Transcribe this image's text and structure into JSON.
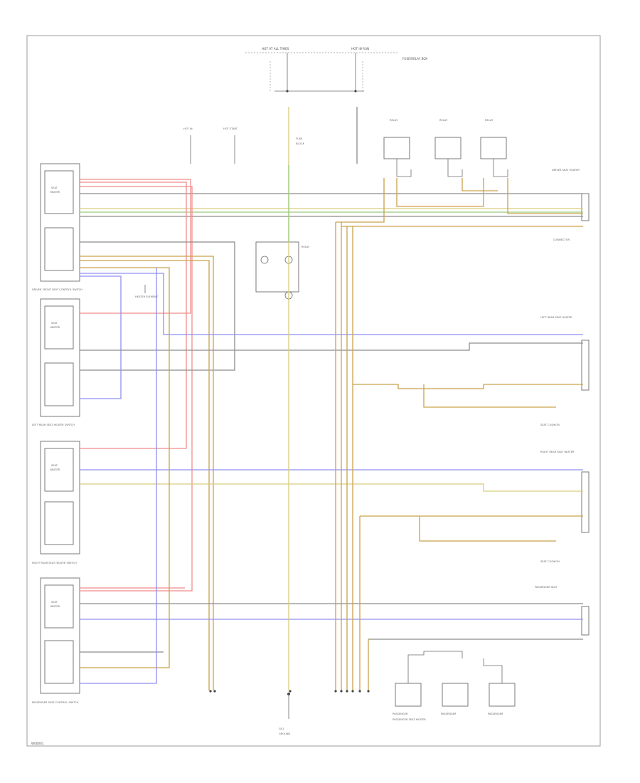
{
  "diagram": {
    "footer_code": "W00001",
    "colors": {
      "red": "#f08b8b",
      "yellow": "#d8cd7e",
      "gold": "#caa24a",
      "blue": "#8f8ff0",
      "green": "#9acb7c",
      "grey": "#8c8c8c",
      "black": "#3f3f3f",
      "frame": "#9b9b9b"
    },
    "labels": {
      "hot_at_all_times": "HOT AT ALL TIMES",
      "hot_in_run": "HOT IN RUN",
      "fuse_block": "FUSE/RELAY BOX",
      "memory_relay": "RELAY",
      "ground": "G01",
      "driver_seat_sw": "DRIVER FRONT SEAT CONTROL SWITCH",
      "left_rear_sw": "LEFT REAR SEAT HEATER SWITCH",
      "right_rear_sw": "RIGHT REAR SEAT HEATER SWITCH",
      "pass_seat_sw": "PASSENGER SEAT CONTROL SWITCH",
      "driver_seat_heater": "DRIVER SEAT HEATER",
      "left_rear_heater": "LEFT REAR SEAT HEATER",
      "right_rear_heater": "RIGHT REAR SEAT HEATER",
      "pass_seat_heater": "PASSENGER SEAT HEATER",
      "heater_elem": "HEATER ELEMENT",
      "ground_point": "GROUND"
    }
  }
}
